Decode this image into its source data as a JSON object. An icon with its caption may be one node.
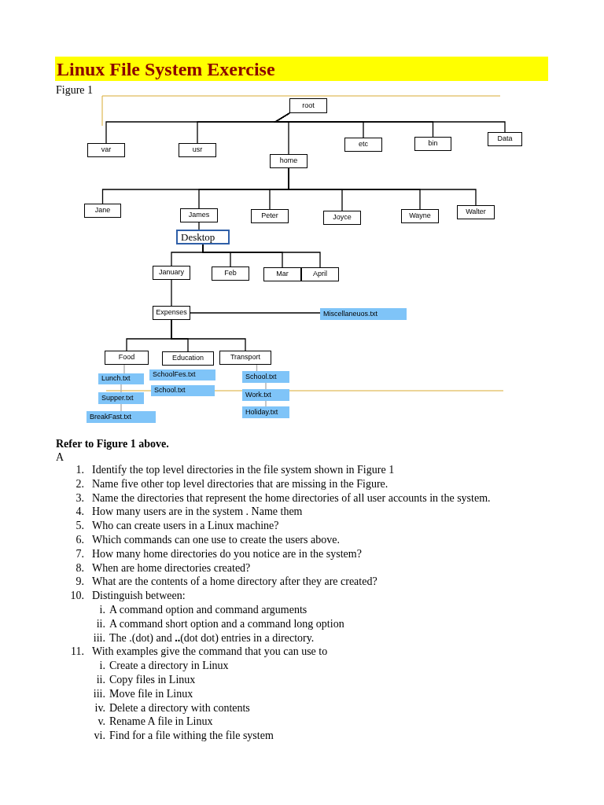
{
  "diagram": {
    "title": "Linux File System Exercise",
    "nodes": [
      {
        "text": [
          "root"
        ]
      },
      {
        "text": [
          "var"
        ]
      },
      {
        "text": [
          "usr"
        ]
      },
      {
        "text": [
          "home"
        ]
      },
      {
        "text": [
          "etc"
        ]
      },
      {
        "text": [
          "bin"
        ]
      },
      {
        "text": [
          "Data"
        ]
      },
      {
        "text": [
          "Jane"
        ]
      },
      {
        "text": [
          "James"
        ]
      },
      {
        "text": [
          "Peter"
        ]
      },
      {
        "text": [
          "Joyce"
        ]
      },
      {
        "text": [
          "Wayne"
        ]
      },
      {
        "text": [
          "Walter"
        ]
      },
      {
        "text": [
          "Desktop"
        ]
      },
      {
        "text": [
          "January"
        ]
      },
      {
        "text": [
          "Feb"
        ]
      },
      {
        "text": [
          "Mar"
        ]
      },
      {
        "text": [
          "April"
        ]
      },
      {
        "text": [
          "Expenses"
        ]
      },
      {
        "text": [
          "Miscellaneuos.txt"
        ]
      },
      {
        "text": [
          "Food"
        ]
      },
      {
        "text": [
          "Education"
        ]
      },
      {
        "text": [
          "Transport"
        ]
      },
      {
        "text": [
          "Lunch.txt"
        ]
      },
      {
        "text": [
          "SchoolFes.txt"
        ]
      },
      {
        "text": [
          "School.txt"
        ]
      },
      {
        "text": [
          "School.txt"
        ]
      },
      {
        "text": [
          "Work.txt"
        ]
      },
      {
        "text": [
          "Holiday.txt"
        ]
      },
      {
        "text": [
          "Supper.txt"
        ]
      },
      {
        "text": [
          "BreakFast.txt"
        ]
      }
    ],
    "edges": [
      {
        "from": 0,
        "to": 1,
        "arrow": "none"
      },
      {
        "from": 0,
        "to": 2,
        "arrow": "none"
      },
      {
        "from": 0,
        "to": 3,
        "arrow": "none"
      },
      {
        "from": 0,
        "to": 4,
        "arrow": "none"
      },
      {
        "from": 0,
        "to": 5,
        "arrow": "none"
      },
      {
        "from": 0,
        "to": 6,
        "arrow": "none"
      },
      {
        "from": 3,
        "to": 7,
        "arrow": "none"
      },
      {
        "from": 3,
        "to": 8,
        "arrow": "none"
      },
      {
        "from": 3,
        "to": 9,
        "arrow": "none"
      },
      {
        "from": 3,
        "to": 10,
        "arrow": "none"
      },
      {
        "from": 3,
        "to": 11,
        "arrow": "none"
      },
      {
        "from": 3,
        "to": 12,
        "arrow": "none"
      },
      {
        "from": 8,
        "to": 13,
        "arrow": "none"
      },
      {
        "from": 13,
        "to": 14,
        "arrow": "none"
      },
      {
        "from": 13,
        "to": 15,
        "arrow": "none"
      },
      {
        "from": 13,
        "to": 16,
        "arrow": "none"
      },
      {
        "from": 13,
        "to": 17,
        "arrow": "none"
      },
      {
        "from": 14,
        "to": 18,
        "arrow": "none"
      },
      {
        "from": 18,
        "to": 19,
        "arrow": "none"
      },
      {
        "from": 18,
        "to": 20,
        "arrow": "none"
      },
      {
        "from": 18,
        "to": 21,
        "arrow": "none"
      },
      {
        "from": 18,
        "to": 22,
        "arrow": "none"
      },
      {
        "from": 20,
        "to": 23,
        "arrow": "none",
        "color": "#aaaaaa"
      },
      {
        "from": 23,
        "to": 29,
        "arrow": "none",
        "color": "#aaaaaa"
      },
      {
        "from": 29,
        "to": 30,
        "arrow": "none",
        "color": "#aaaaaa"
      },
      {
        "from": 22,
        "to": 26,
        "arrow": "none",
        "color": "#aaaaaa"
      },
      {
        "from": 26,
        "to": 27,
        "arrow": "none",
        "color": "#aaaaaa"
      },
      {
        "from": 27,
        "to": 28,
        "arrow": "none",
        "color": "#aaaaaa"
      }
    ],
    "labels": [
      "Figure 1",
      "Refer to  Figure 1 above.",
      "A",
      "1.",
      "Identify the top level directories in the file system shown in Figure 1",
      "2.",
      "Name five other top level directories that are missing in the Figure.",
      "3.",
      "Name the directories that represent the home directories of all user accounts in the system.",
      "4.",
      "How many users are in the system . Name them",
      "5.",
      "Who can create users in a Linux machine?",
      "6.",
      "Which commands can one use to create the users above.",
      "7.",
      "How many home directories do you notice are in the system?",
      "8.",
      "When are home directories created?",
      "9.",
      "What are the contents of a home directory after they are  created?",
      "10.",
      "Distinguish between:",
      "i.",
      "A command option and command arguments",
      "ii.",
      "A command short option and a command long option",
      "iii.",
      "The .(dot) and **..**(dot dot) entries in a directory.",
      "11.",
      "With examples give the command that you can use to",
      "i.",
      "Create a directory in Linux",
      "ii.",
      "Copy files in Linux",
      "iii.",
      "Move file in Linux",
      "iv.",
      "Delete a directory with contents",
      "v.",
      "Rename A file in Linux",
      "vi.",
      "Find for a file withing the file system"
    ]
  }
}
